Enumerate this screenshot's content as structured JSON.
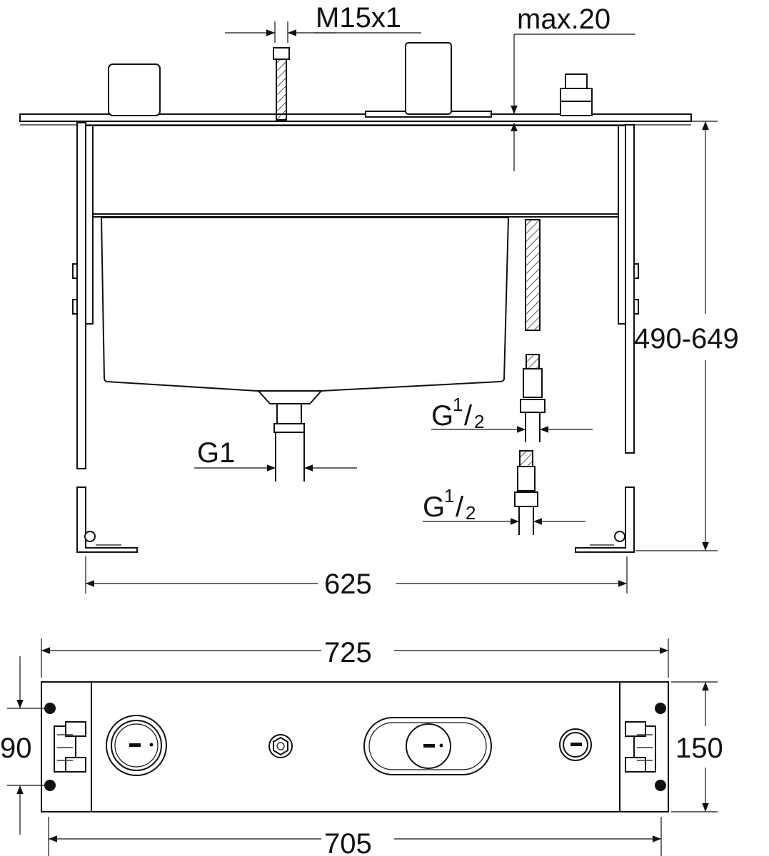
{
  "labels": {
    "thread_top": "M15x1",
    "max_depth": "max.20",
    "height_range": "490-649",
    "outlet_thread": "G1",
    "inlet_thread_1_base": "G",
    "inlet_thread_1_num": "1",
    "inlet_thread_1_den": "2",
    "inlet_thread_2_base": "G",
    "inlet_thread_2_num": "1",
    "inlet_thread_2_den": "2",
    "width_inner": "625",
    "width_total": "725",
    "width_bottom": "705",
    "depth_left": "90",
    "depth_right": "150"
  }
}
